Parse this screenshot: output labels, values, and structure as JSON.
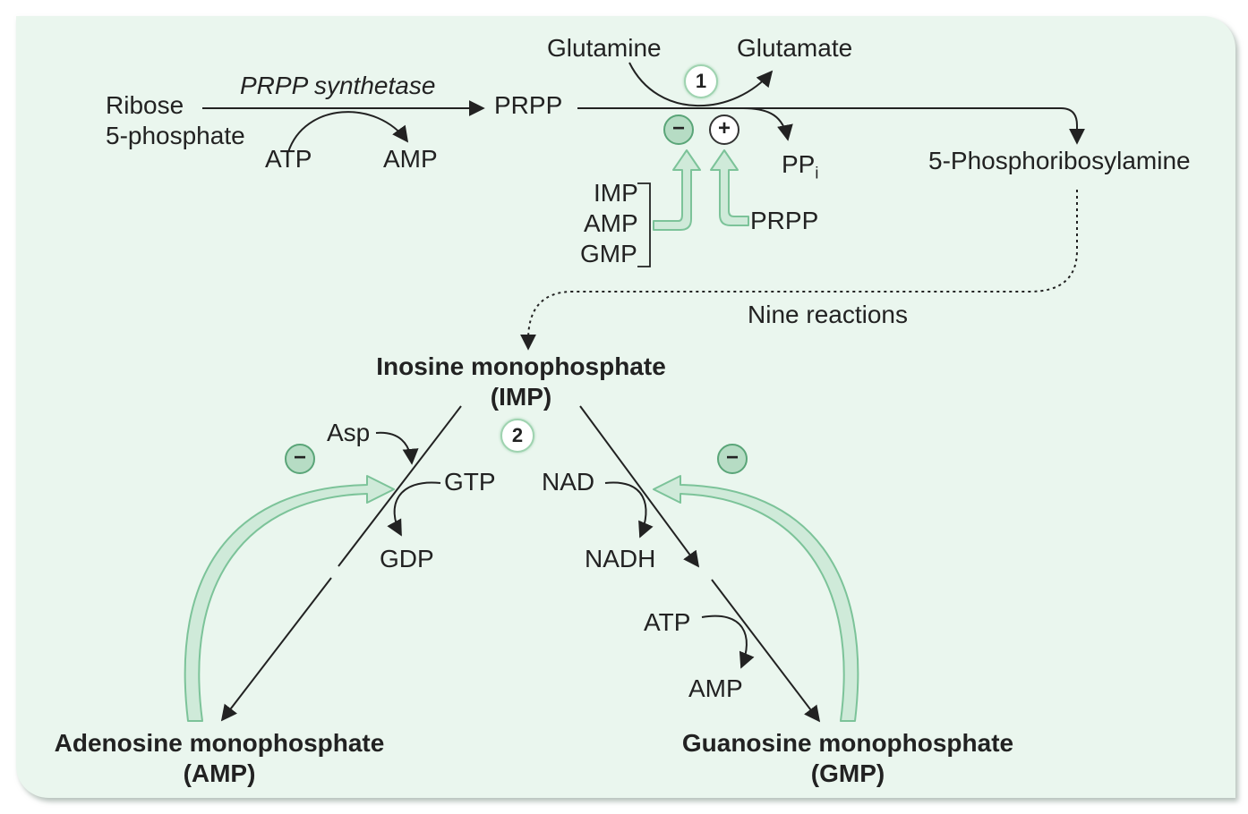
{
  "colors": {
    "panel": "#eaf6ee",
    "accent": "#9fd3b0",
    "arrow": "#222222"
  },
  "top": {
    "ribose": "Ribose",
    "ribose_line2": "5-phosphate",
    "enzyme": "PRPP synthetase",
    "atp": "ATP",
    "amp": "AMP",
    "prpp": "PRPP",
    "glutamine": "Glutamine",
    "glutamate": "Glutamate",
    "step1": "1",
    "ppi": "PP",
    "ppi_sub": "i",
    "product": "5-Phosphoribosylamine",
    "inhib_minus": "−",
    "activ_plus": "+",
    "inhibitors": [
      "IMP",
      "AMP",
      "GMP"
    ],
    "activator": "PRPP"
  },
  "middle": {
    "nine": "Nine reactions",
    "imp_line1": "Inosine monophosphate",
    "imp_line2": "(IMP)",
    "step2": "2"
  },
  "left_branch": {
    "asp": "Asp",
    "gtp": "GTP",
    "gdp": "GDP",
    "minus": "−",
    "name_line1": "Adenosine monophosphate",
    "name_line2": "(AMP)"
  },
  "right_branch": {
    "nad": "NAD",
    "nadh": "NADH",
    "atp": "ATP",
    "amp": "AMP",
    "minus": "−",
    "name_line1": "Guanosine monophosphate",
    "name_line2": "(GMP)"
  }
}
